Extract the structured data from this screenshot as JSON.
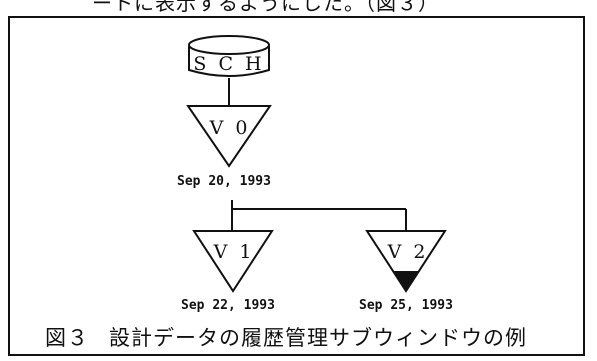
{
  "top_caption": "ートに表示するようにした。（図３）",
  "diagram": {
    "database": {
      "label": "S C H"
    },
    "versions": [
      {
        "id": "v0",
        "label": "V 0",
        "date": "Sep 20, 1993",
        "current": false
      },
      {
        "id": "v1",
        "label": "V 1",
        "date": "Sep 22, 1993",
        "current": false
      },
      {
        "id": "v2",
        "label": "V 2",
        "date": "Sep 25, 1993",
        "current": true
      }
    ]
  },
  "caption": {
    "number": "図３",
    "text": "設計データの履歴管理サブウィンドウの例"
  }
}
